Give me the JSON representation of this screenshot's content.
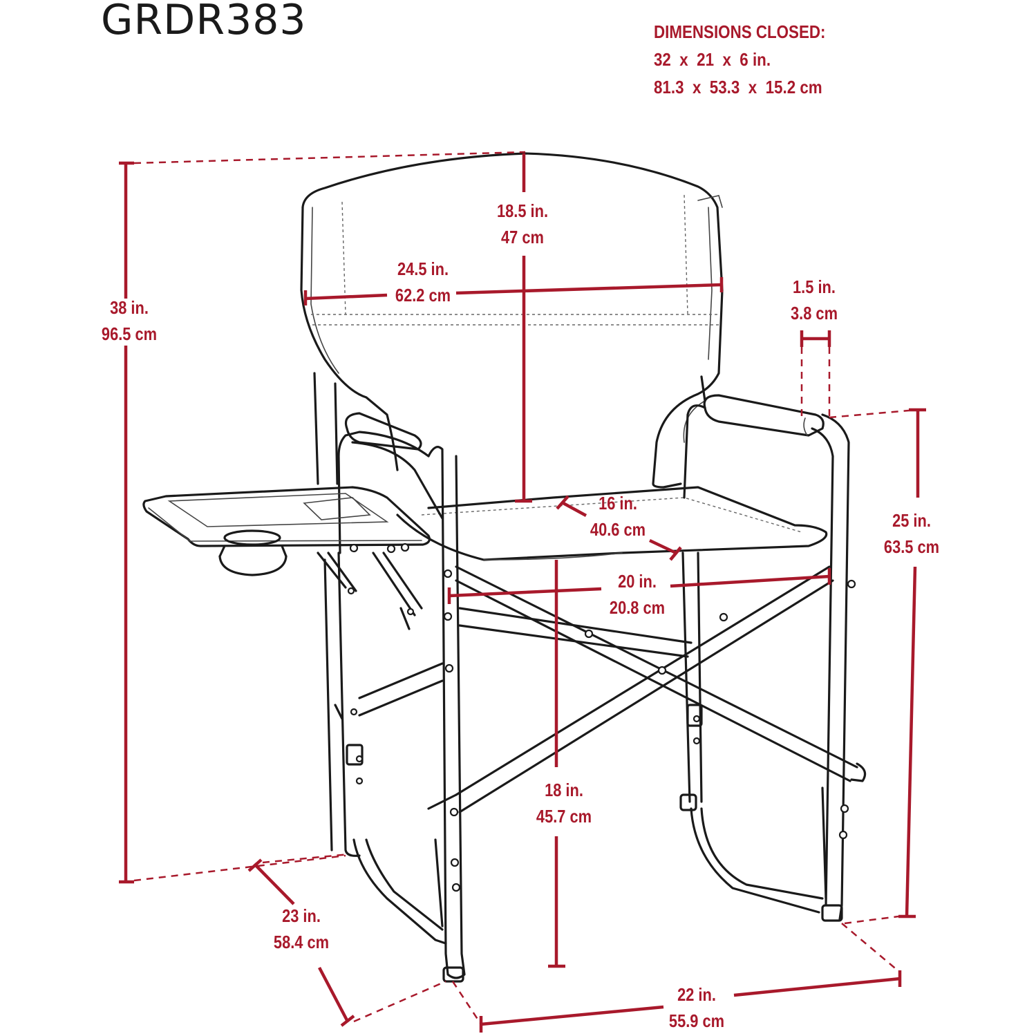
{
  "model": "GRDR383",
  "dimensions_closed": {
    "title": "DIMENSIONS CLOSED:",
    "imperial": "32  x  21  x  6 in.",
    "metric": "81.3  x  53.3  x  15.2 cm"
  },
  "measurements": {
    "height": {
      "in": "38 in.",
      "cm": "96.5 cm"
    },
    "back_height": {
      "in": "18.5 in.",
      "cm": "47 cm"
    },
    "back_width": {
      "in": "24.5 in.",
      "cm": "62.2 cm"
    },
    "armrest_width": {
      "in": "1.5 in.",
      "cm": "3.8 cm"
    },
    "seat_depth": {
      "in": "16 in.",
      "cm": "40.6 cm"
    },
    "seat_width": {
      "in": "20 in.",
      "cm": "20.8 cm"
    },
    "arm_height": {
      "in": "25 in.",
      "cm": "63.5 cm"
    },
    "seat_height": {
      "in": "18 in.",
      "cm": "45.7 cm"
    },
    "depth": {
      "in": "23 in.",
      "cm": "58.4 cm"
    },
    "width": {
      "in": "22 in.",
      "cm": "55.9 cm"
    }
  },
  "colors": {
    "dimension_red": "#a8192b",
    "line_art": "#1a1a1a"
  }
}
